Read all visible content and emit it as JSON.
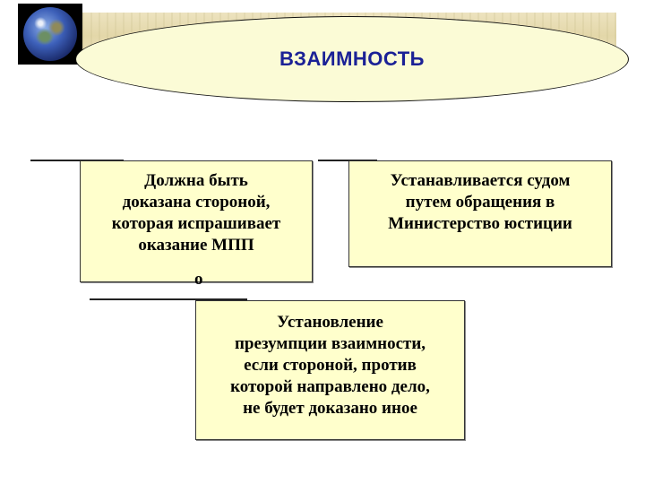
{
  "title": "ВЗАИМНОСТЬ",
  "boxes": {
    "proof": "Должна быть\nдоказана стороной,\nкоторая испрашивает\nоказание МПП",
    "proof_overflow": "о",
    "court": "Устанавливается судом\nпутем обращения в\nМинистерство юстиции",
    "presumption": "Установление\nпрезумпции взаимности,\nесли стороной, против\nкоторой направлено дело,\nне будет доказано иное"
  },
  "colors": {
    "title_text": "#1b2196",
    "box_fill": "#ffffcc",
    "ellipse_fill": "#fbfbd6"
  },
  "icons": [
    "globe-icon"
  ]
}
